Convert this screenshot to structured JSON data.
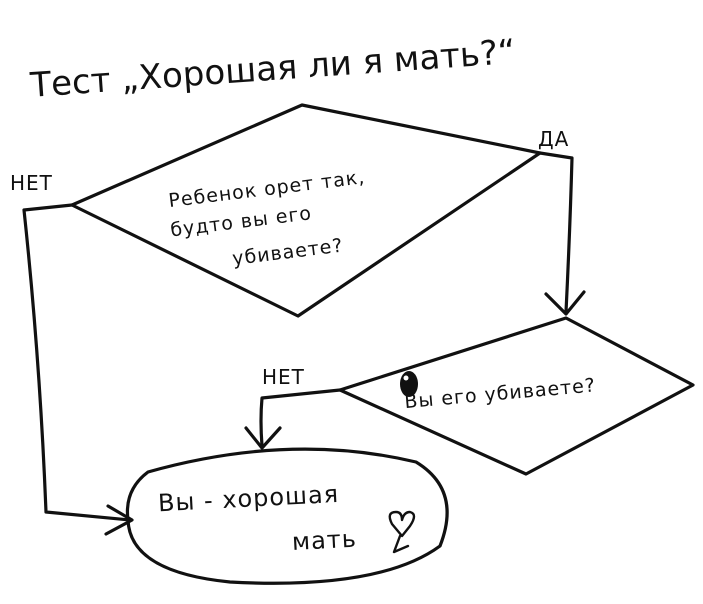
{
  "title": "Тест „Хорошая ли я мать?“",
  "decision1": {
    "line1": "Ребенок орет так,",
    "line2": "будто вы его",
    "line3": "убиваете?"
  },
  "decision2": {
    "text": "Вы его убиваете?"
  },
  "labels": {
    "yes": "ДА",
    "no_left": "НЕТ",
    "no_middle": "НЕТ"
  },
  "result": {
    "line1": "Вы - хорошая",
    "line2": "мать"
  },
  "colors": {
    "ink": "#111111",
    "paper": "#ffffff"
  }
}
